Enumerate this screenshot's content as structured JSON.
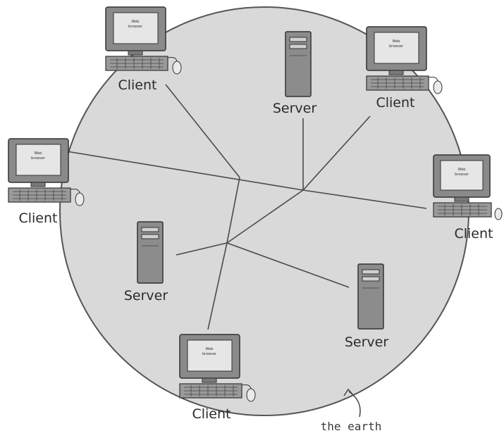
{
  "diagram": {
    "earth_label": "the earth",
    "screen_text_line1": "Web",
    "screen_text_line2": "browser",
    "colors": {
      "earth_fill": "#d9d9d9",
      "earth_stroke": "#555555",
      "line": "#4a4a4a",
      "monitor": "#8a8a8a",
      "screen": "#e6e6e6",
      "tower": "#8c8c8c"
    }
  },
  "clients": [
    {
      "label": "Client"
    },
    {
      "label": "Client"
    },
    {
      "label": "Client"
    },
    {
      "label": "Client"
    },
    {
      "label": "Client"
    }
  ],
  "servers": [
    {
      "label": "Server"
    },
    {
      "label": "Server"
    },
    {
      "label": "Server"
    }
  ]
}
